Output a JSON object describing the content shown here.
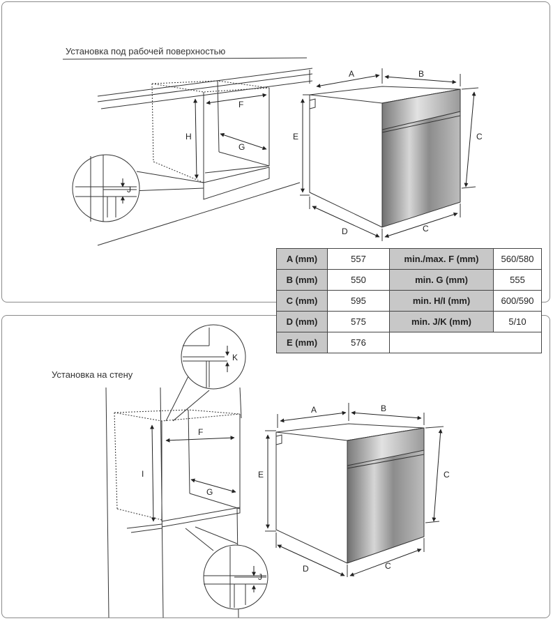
{
  "titles": {
    "countertop": "Установка под рабочей поверхностью",
    "wall": "Установка на стену"
  },
  "dimension_letters": {
    "A": "A",
    "B": "B",
    "C": "C",
    "D": "D",
    "E": "E",
    "F": "F",
    "G": "G",
    "H": "H",
    "I": "I",
    "J": "J",
    "K": "K"
  },
  "table": {
    "rows": [
      {
        "label1": "A (mm)",
        "value1": "557",
        "label2": "min./max. F (mm)",
        "value2": "560/580"
      },
      {
        "label1": "B (mm)",
        "value1": "550",
        "label2": "min. G (mm)",
        "value2": "555"
      },
      {
        "label1": "C (mm)",
        "value1": "595",
        "label2": "min. H/I (mm)",
        "value2": "600/590"
      },
      {
        "label1": "D (mm)",
        "value1": "575",
        "label2": "min. J/K (mm)",
        "value2": "5/10"
      },
      {
        "label1": "E (mm)",
        "value1": "576",
        "label2": "",
        "value2": ""
      }
    ]
  },
  "colors": {
    "header_fill": "#c8c8c8",
    "line": "#333333",
    "oven_steel": "#9a9a9a"
  }
}
